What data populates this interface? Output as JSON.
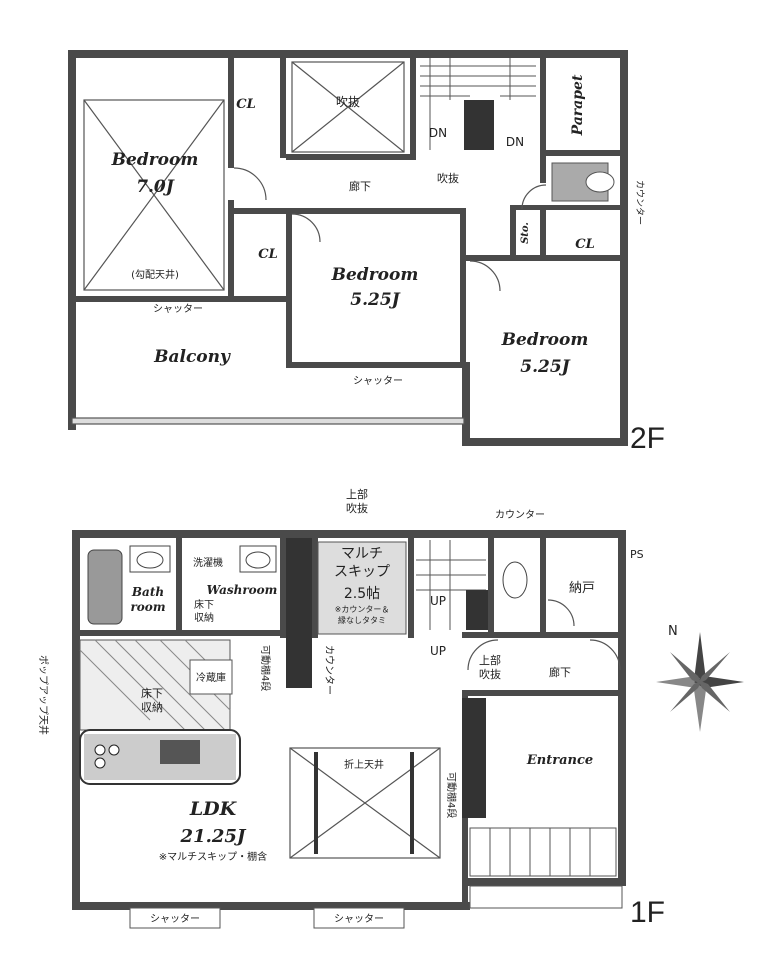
{
  "floor2": {
    "label": "2F",
    "bedroom_main": {
      "name": "Bedroom",
      "size": "7.0J",
      "note": "(勾配天井)"
    },
    "bedroom_mid": {
      "name": "Bedroom",
      "size": "5.25J"
    },
    "bedroom_right": {
      "name": "Bedroom",
      "size": "5.25J"
    },
    "closet_left": "CL",
    "closet_mid": "CL",
    "closet_right": "CL",
    "void": "吹抜",
    "stair_dn_left": "DN",
    "stair_dn_right": "DN",
    "stair_void": "吹抜",
    "hallway": "廊下",
    "parapet": "Parapet",
    "counter": "カウンター",
    "storage": "Sto.",
    "balcony": "Balcony",
    "shutter_1": "シャッター",
    "shutter_2": "シャッター"
  },
  "floor1": {
    "label": "1F",
    "upper_void": "上部\n吹抜",
    "counter_top": "カウンター",
    "ps": "PS",
    "multi_skip": {
      "title": "マルチ\nスキップ",
      "size": "2.5帖",
      "note": "※カウンター＆\n縁なしタタミ"
    },
    "bath": {
      "name": "Bath\nroom"
    },
    "washroom": "Washroom",
    "washer": "洗濯機",
    "floor_storage_small": "床下\n収納",
    "movable_shelf_1": "可動棚4段",
    "counter_vertical": "カウンター",
    "stair_up_1": "UP",
    "stair_up_2": "UP",
    "upper_void_2": "上部\n吹抜",
    "hallway": "廊下",
    "nando": "納戸",
    "popup_ceiling": "ポップアップ天井",
    "fridge": "冷蔵庫",
    "floor_storage": "床下\n収納",
    "folded_ceiling": "折上天井",
    "movable_shelf_2": "可動棚4段",
    "entrance": "Entrance",
    "ldk": {
      "name": "LDK",
      "size": "21.25J",
      "note": "※マルチスキップ・棚含"
    },
    "shutter_1": "シャッター",
    "shutter_2": "シャッター",
    "compass": "N"
  }
}
